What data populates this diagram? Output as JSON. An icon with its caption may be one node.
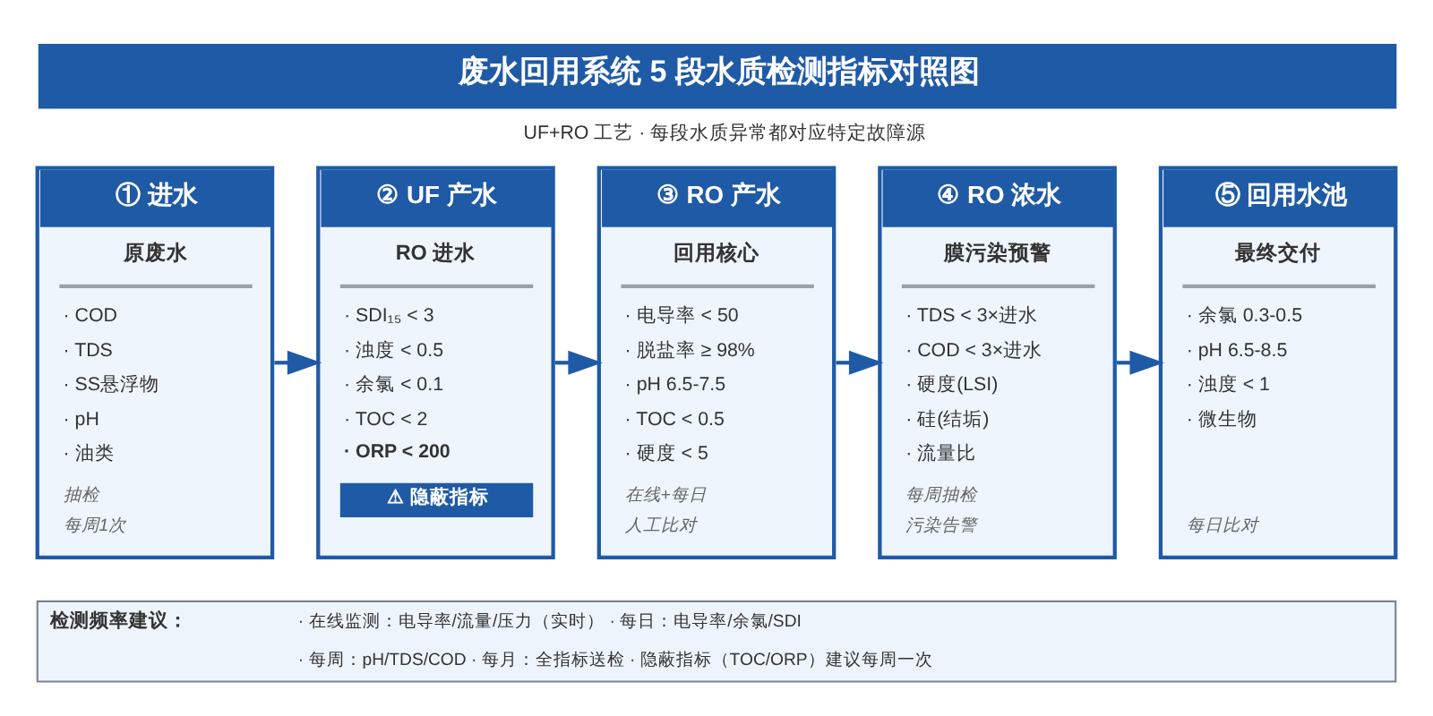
{
  "diagram": {
    "title": "废水回用系统 5 段水质检测指标对照图",
    "caption": "UF+RO 工艺 · 每段水质异常都对应特定故障源",
    "nodes": [
      {
        "text": [
          "① 进水",
          "原废水",
          "· COD",
          "· TDS",
          "· SS悬浮物",
          "· pH",
          "· 油类",
          "抽检",
          "每周1次"
        ]
      },
      {
        "text": [
          "② UF 产水",
          "RO 进水",
          "· SDI₁₅ < 3",
          "· 浊度 < 0.5",
          "· 余氯 < 0.1",
          "· TOC < 2",
          "· ORP < 200",
          "⚠ 隐蔽指标"
        ]
      },
      {
        "text": [
          "③ RO 产水",
          "回用核心",
          "· 电导率 < 50",
          "· 脱盐率 ≥ 98%",
          "· pH 6.5-7.5",
          "· TOC < 0.5",
          "· 硬度 < 5",
          "在线+每日",
          "人工比对"
        ]
      },
      {
        "text": [
          "④ RO 浓水",
          "膜污染预警",
          "· TDS < 3×进水",
          "· COD < 3×进水",
          "· 硬度(LSI)",
          "· 硅(结垢)",
          "· 流量比",
          "每周抽检",
          "污染告警"
        ]
      },
      {
        "text": [
          "⑤ 回用水池",
          "最终交付",
          "· 余氯 0.3-0.5",
          "· pH 6.5-8.5",
          "· 浊度 < 1",
          "· 微生物",
          "每日比对"
        ]
      },
      {
        "text": [
          "检测频率建议：",
          "· 在线监测：电导率/流量/压力（实时） · 每日：电导率/余氯/SDI",
          "· 每周：pH/TDS/COD · 每月：全指标送检 · 隐蔽指标（TOC/ORP）建议每周一次"
        ]
      }
    ],
    "edges": [
      {
        "from": 0,
        "to": 1,
        "arrow": "to"
      },
      {
        "from": 1,
        "to": 2,
        "arrow": "to"
      },
      {
        "from": 2,
        "to": 3,
        "arrow": "to"
      },
      {
        "from": 3,
        "to": 4,
        "arrow": "to"
      }
    ]
  }
}
